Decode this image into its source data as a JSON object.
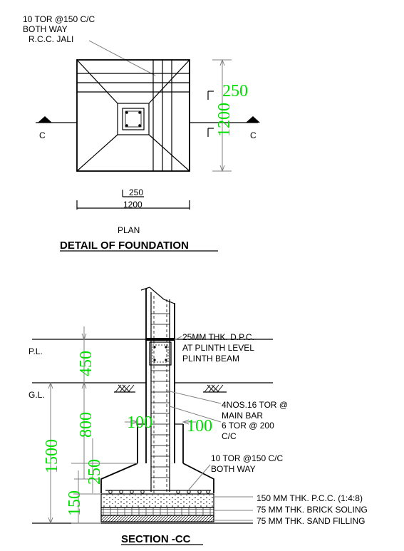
{
  "plan": {
    "note_line1": "10 TOR @150 C/C",
    "note_line2": "BOTH WAY",
    "note_line3": "R.C.C. JALI",
    "section_mark_left": "C",
    "section_mark_right": "C",
    "dim_col_width": "250",
    "dim_footing_width": "1200",
    "dim_right_col": "250",
    "dim_right_footing": "1200",
    "view_label": "PLAN",
    "title": "DETAIL OF FOUNDATION"
  },
  "section": {
    "pl_label": "P.L.",
    "gl_label": "G.L.",
    "dpc_line1": "25MM THK. D.P.C.",
    "dpc_line2": "AT PLINTH LEVEL",
    "dpc_line3": "PLINTH BEAM",
    "bar_line1": "4NOS.16 TOR @",
    "bar_line2": "MAIN BAR",
    "ring_line1": "6 TOR @ 200",
    "ring_line2": "C/C",
    "jali_line1": "10 TOR @150 C/C",
    "jali_line2": "BOTH WAY",
    "layer_pcc": "150  MM  THK.  P.C.C.  (1:4:8)",
    "layer_brick": "75    MM  THK.  BRICK  SOLING",
    "layer_sand": "75    MM  THK.  SAND  FILLING",
    "dim_plinth": "450",
    "dim_depth": "1500",
    "dim_column_part": "800",
    "dim_pedestal": "250",
    "dim_base": "150",
    "dim_offset_left": "100",
    "dim_offset_right": "100",
    "title": "SECTION -CC"
  },
  "colors": {
    "dimension_text": "#00dd00",
    "leader": "#808080",
    "ink": "#000000"
  }
}
